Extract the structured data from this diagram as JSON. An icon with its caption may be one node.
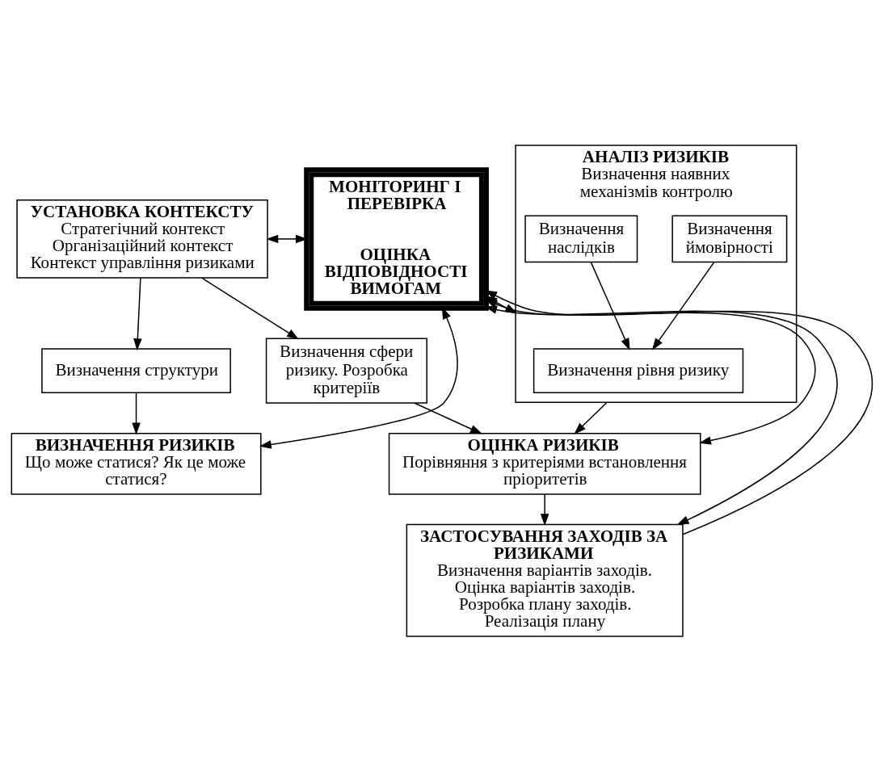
{
  "diagram": {
    "nodes": [
      {
        "text": [
          "УСТАНОВКА КОНТЕКСТУ",
          "Стратегічний контекст Організаційний контекст Контекст управління ризиками"
        ]
      },
      {
        "text": [
          "Визначення сфери ризику. Розробка критеріїв"
        ]
      },
      {
        "text": [
          "Визначення структури"
        ]
      },
      {
        "text": [
          "ВИЗНАЧЕННЯ РИЗИКІВ",
          "Що може статися? Як це може статися?"
        ]
      },
      {
        "text": [
          "АНАЛІЗ РИЗИКІВ",
          "Визначення наявних механізмів контролю"
        ]
      },
      {
        "text": [
          "Визначення ймовірності"
        ],
        "in": 4
      },
      {
        "text": [
          "Визначення наслідків"
        ],
        "in": 4
      },
      {
        "text": [
          "Визначення рівня ризику"
        ],
        "in": 4
      },
      {
        "text": [
          "ОЦІНКА РИЗИКІВ",
          "Порівняння з критеріями встановлення пріоритетів"
        ]
      },
      {
        "text": [
          "ЗАСТОСУВАННЯ ЗАХОДІВ ЗА РИЗИКАМИ",
          "Визначення варіантів заходів. Оцінка варіантів заходів. Розробка плану заходів. Реалізація плану"
        ]
      },
      {
        "text": [
          "МОНІТОРИНГ І ПЕРЕВІРКА",
          "ОЦІНКА ВІДПОВІДНОСТІ ВИМОГАМ"
        ]
      }
    ],
    "edges": [
      {
        "from": 0,
        "to": 1,
        "arrow": "to"
      },
      {
        "from": 0,
        "to": 2,
        "arrow": "to"
      },
      {
        "from": 2,
        "to": 3,
        "arrow": "to"
      },
      {
        "from": 5,
        "to": 7,
        "arrow": "to"
      },
      {
        "from": 6,
        "to": 7,
        "arrow": "to"
      },
      {
        "from": 4,
        "to": 8,
        "arrow": "to"
      },
      {
        "from": 1,
        "to": 8,
        "arrow": "to"
      },
      {
        "from": 8,
        "to": 9,
        "arrow": "to"
      },
      {
        "from": 0,
        "to": 10,
        "arrow": "both"
      },
      {
        "from": 3,
        "to": 10,
        "arrow": "both"
      },
      {
        "from": 4,
        "to": 10,
        "arrow": "both"
      },
      {
        "from": 8,
        "to": 10,
        "arrow": "both"
      },
      {
        "from": 9,
        "to": 10,
        "arrow": "both"
      },
      {
        "from": 9,
        "to": 10,
        "arrow": "to"
      }
    ]
  }
}
